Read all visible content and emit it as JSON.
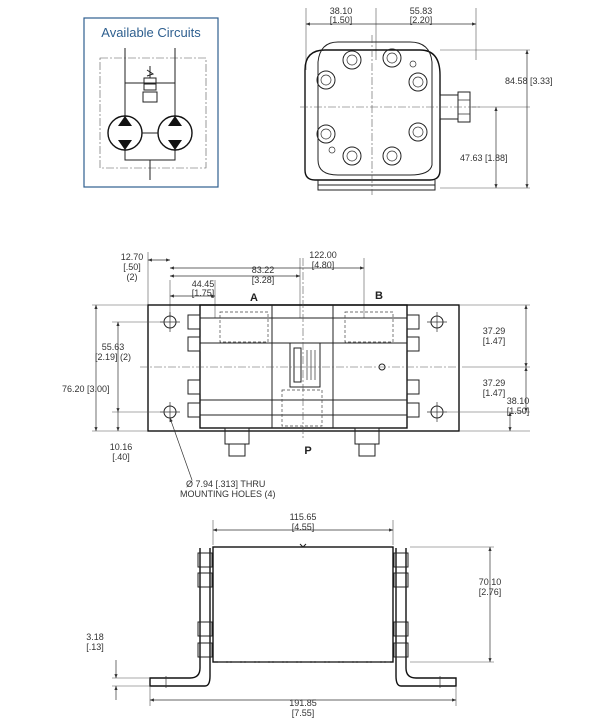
{
  "circuits_box": {
    "title": "Available Circuits"
  },
  "top_view": {
    "dim_left": "38.10",
    "dim_left_in": "[1.50]",
    "dim_right": "55.83",
    "dim_right_in": "[2.20]",
    "dim_height": "84.58 [3.33]",
    "dim_lower": "47.63 [1.88]"
  },
  "front_view": {
    "dim_edge": "12.70",
    "dim_edge_in": "[.50]",
    "dim_edge_qty": "(2)",
    "dim_a": "44.45",
    "dim_a_in": "[1.75]",
    "dim_b": "83.22",
    "dim_b_in": "[3.28]",
    "dim_c": "122.00",
    "dim_c_in": "[4.80]",
    "dim_v1": "55.63",
    "dim_v1_in": "[2.19] (2)",
    "dim_v_total": "76.20 [3.00]",
    "dim_bottom": "10.16",
    "dim_bottom_in": "[.40]",
    "dim_r1": "37.29",
    "dim_r1_in": "[1.47]",
    "dim_r2": "37.29",
    "dim_r2_in": "[1.47]",
    "dim_r3": "38.10",
    "dim_r3_in": "[1.50]",
    "port_a": "A",
    "port_b": "B",
    "port_p": "P",
    "hole_note_1": "Ø 7.94 [.313] THRU",
    "hole_note_2": "MOUNTING HOLES (4)"
  },
  "side_view": {
    "dim_top": "115.65",
    "dim_top_in": "[4.55]",
    "dim_height": "70.10",
    "dim_height_in": "[2.76]",
    "dim_foot": "3.18",
    "dim_foot_in": "[.13]",
    "dim_total": "191.85",
    "dim_total_in": "[7.55]"
  }
}
